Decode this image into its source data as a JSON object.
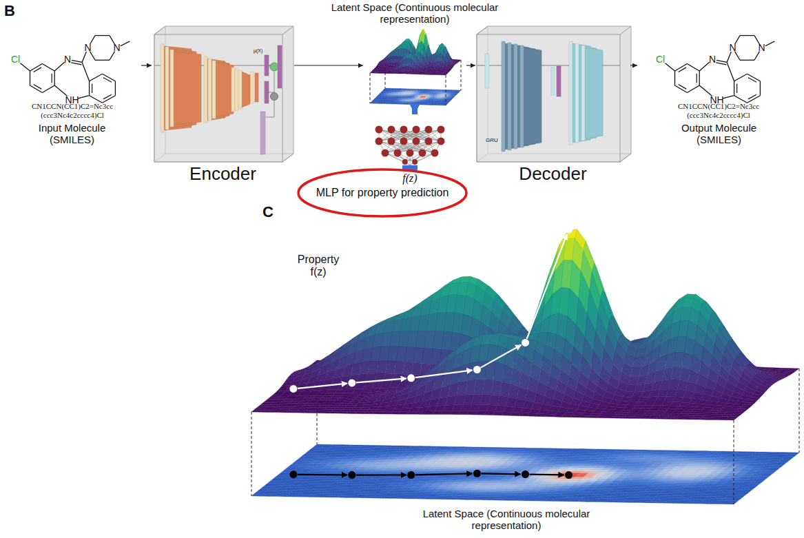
{
  "diagram": {
    "nodes": [
      {
        "text": [
          "CN1CCN(CC1)C2=Nc3cc (ccc3Nc4c2cccc4)Cl",
          "Input Molecule (SMILES)"
        ]
      },
      {
        "text": [
          "Encoder"
        ]
      },
      {
        "text": [
          "Latent Space (Continuous molecular representation)"
        ]
      },
      {
        "text": [
          "f(z)",
          "MLP for property prediction"
        ]
      },
      {
        "text": [
          "Decoder"
        ]
      },
      {
        "text": [
          "CN1CCN(CC1)C2=Nc3cc (ccc3Nc4c2cccc4)Cl",
          "Output Molecule (SMILES)"
        ]
      },
      {
        "text": [
          "Latent Space (Continuous molecular representation)"
        ]
      }
    ],
    "edges": [
      {
        "from": 0,
        "to": 1,
        "arrow": "to"
      },
      {
        "from": 1,
        "to": 2,
        "arrow": "to"
      },
      {
        "from": 2,
        "to": 4,
        "arrow": "to"
      },
      {
        "from": 4,
        "to": 5,
        "arrow": "to"
      },
      {
        "from": 2,
        "to": 3,
        "arrow": "to"
      }
    ],
    "labels": [
      "B",
      "μ(X)",
      "GRU",
      "C",
      "Property f(z)",
      "Cl",
      "N",
      "NH",
      "N",
      "N",
      "Cl",
      "N",
      "NH",
      "N",
      "N"
    ]
  }
}
